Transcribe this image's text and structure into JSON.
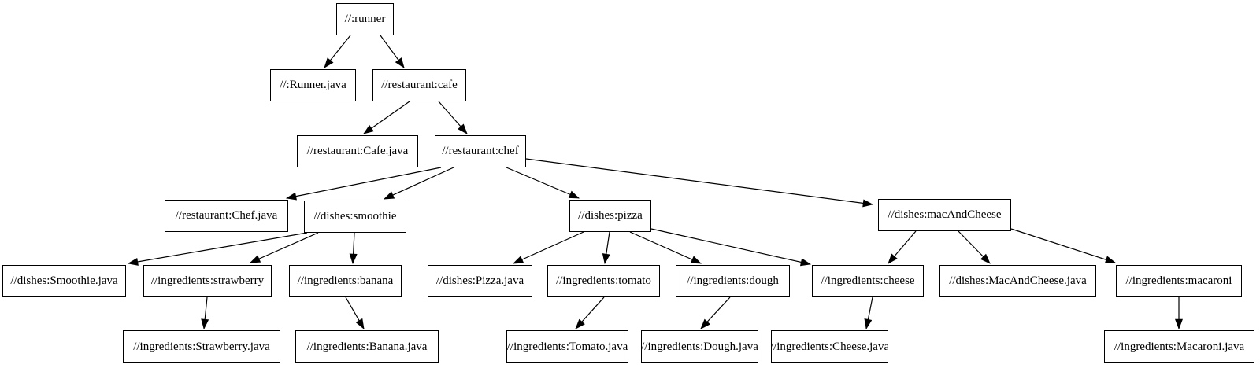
{
  "diagram": {
    "title": "build-target-dependency-graph",
    "background_color": "#ffffff",
    "node_fill_color": "#ffffff",
    "node_border_color": "#000000",
    "edge_color": "#000000",
    "text_color": "#000000",
    "nodes": [
      {
        "id": "runner",
        "label": "//:runner"
      },
      {
        "id": "runner_java",
        "label": "//:Runner.java"
      },
      {
        "id": "cafe",
        "label": "//restaurant:cafe"
      },
      {
        "id": "cafe_java",
        "label": "//restaurant:Cafe.java"
      },
      {
        "id": "chef",
        "label": "//restaurant:chef"
      },
      {
        "id": "chef_java",
        "label": "//restaurant:Chef.java"
      },
      {
        "id": "smoothie",
        "label": "//dishes:smoothie"
      },
      {
        "id": "pizza",
        "label": "//dishes:pizza"
      },
      {
        "id": "macandcheese",
        "label": "//dishes:macAndCheese"
      },
      {
        "id": "smoothie_java",
        "label": "//dishes:Smoothie.java"
      },
      {
        "id": "strawberry",
        "label": "//ingredients:strawberry"
      },
      {
        "id": "banana",
        "label": "//ingredients:banana"
      },
      {
        "id": "pizza_java",
        "label": "//dishes:Pizza.java"
      },
      {
        "id": "tomato",
        "label": "//ingredients:tomato"
      },
      {
        "id": "dough",
        "label": "//ingredients:dough"
      },
      {
        "id": "cheese",
        "label": "//ingredients:cheese"
      },
      {
        "id": "macandcheese_java",
        "label": "//dishes:MacAndCheese.java"
      },
      {
        "id": "macaroni",
        "label": "//ingredients:macaroni"
      },
      {
        "id": "strawberry_java",
        "label": "//ingredients:Strawberry.java"
      },
      {
        "id": "banana_java",
        "label": "//ingredients:Banana.java"
      },
      {
        "id": "tomato_java",
        "label": "//ingredients:Tomato.java"
      },
      {
        "id": "dough_java",
        "label": "//ingredients:Dough.java"
      },
      {
        "id": "cheese_java",
        "label": "//ingredients:Cheese.java"
      },
      {
        "id": "macaroni_java",
        "label": "//ingredients:Macaroni.java"
      }
    ],
    "edges": [
      {
        "from": "runner",
        "to": "runner_java"
      },
      {
        "from": "runner",
        "to": "cafe"
      },
      {
        "from": "cafe",
        "to": "cafe_java"
      },
      {
        "from": "cafe",
        "to": "chef"
      },
      {
        "from": "chef",
        "to": "chef_java"
      },
      {
        "from": "chef",
        "to": "smoothie"
      },
      {
        "from": "chef",
        "to": "pizza"
      },
      {
        "from": "chef",
        "to": "macandcheese"
      },
      {
        "from": "smoothie",
        "to": "smoothie_java"
      },
      {
        "from": "smoothie",
        "to": "strawberry"
      },
      {
        "from": "smoothie",
        "to": "banana"
      },
      {
        "from": "pizza",
        "to": "pizza_java"
      },
      {
        "from": "pizza",
        "to": "tomato"
      },
      {
        "from": "pizza",
        "to": "dough"
      },
      {
        "from": "pizza",
        "to": "cheese"
      },
      {
        "from": "macandcheese",
        "to": "cheese"
      },
      {
        "from": "macandcheese",
        "to": "macandcheese_java"
      },
      {
        "from": "macandcheese",
        "to": "macaroni"
      },
      {
        "from": "strawberry",
        "to": "strawberry_java"
      },
      {
        "from": "banana",
        "to": "banana_java"
      },
      {
        "from": "tomato",
        "to": "tomato_java"
      },
      {
        "from": "dough",
        "to": "dough_java"
      },
      {
        "from": "cheese",
        "to": "cheese_java"
      },
      {
        "from": "macaroni",
        "to": "macaroni_java"
      }
    ]
  }
}
